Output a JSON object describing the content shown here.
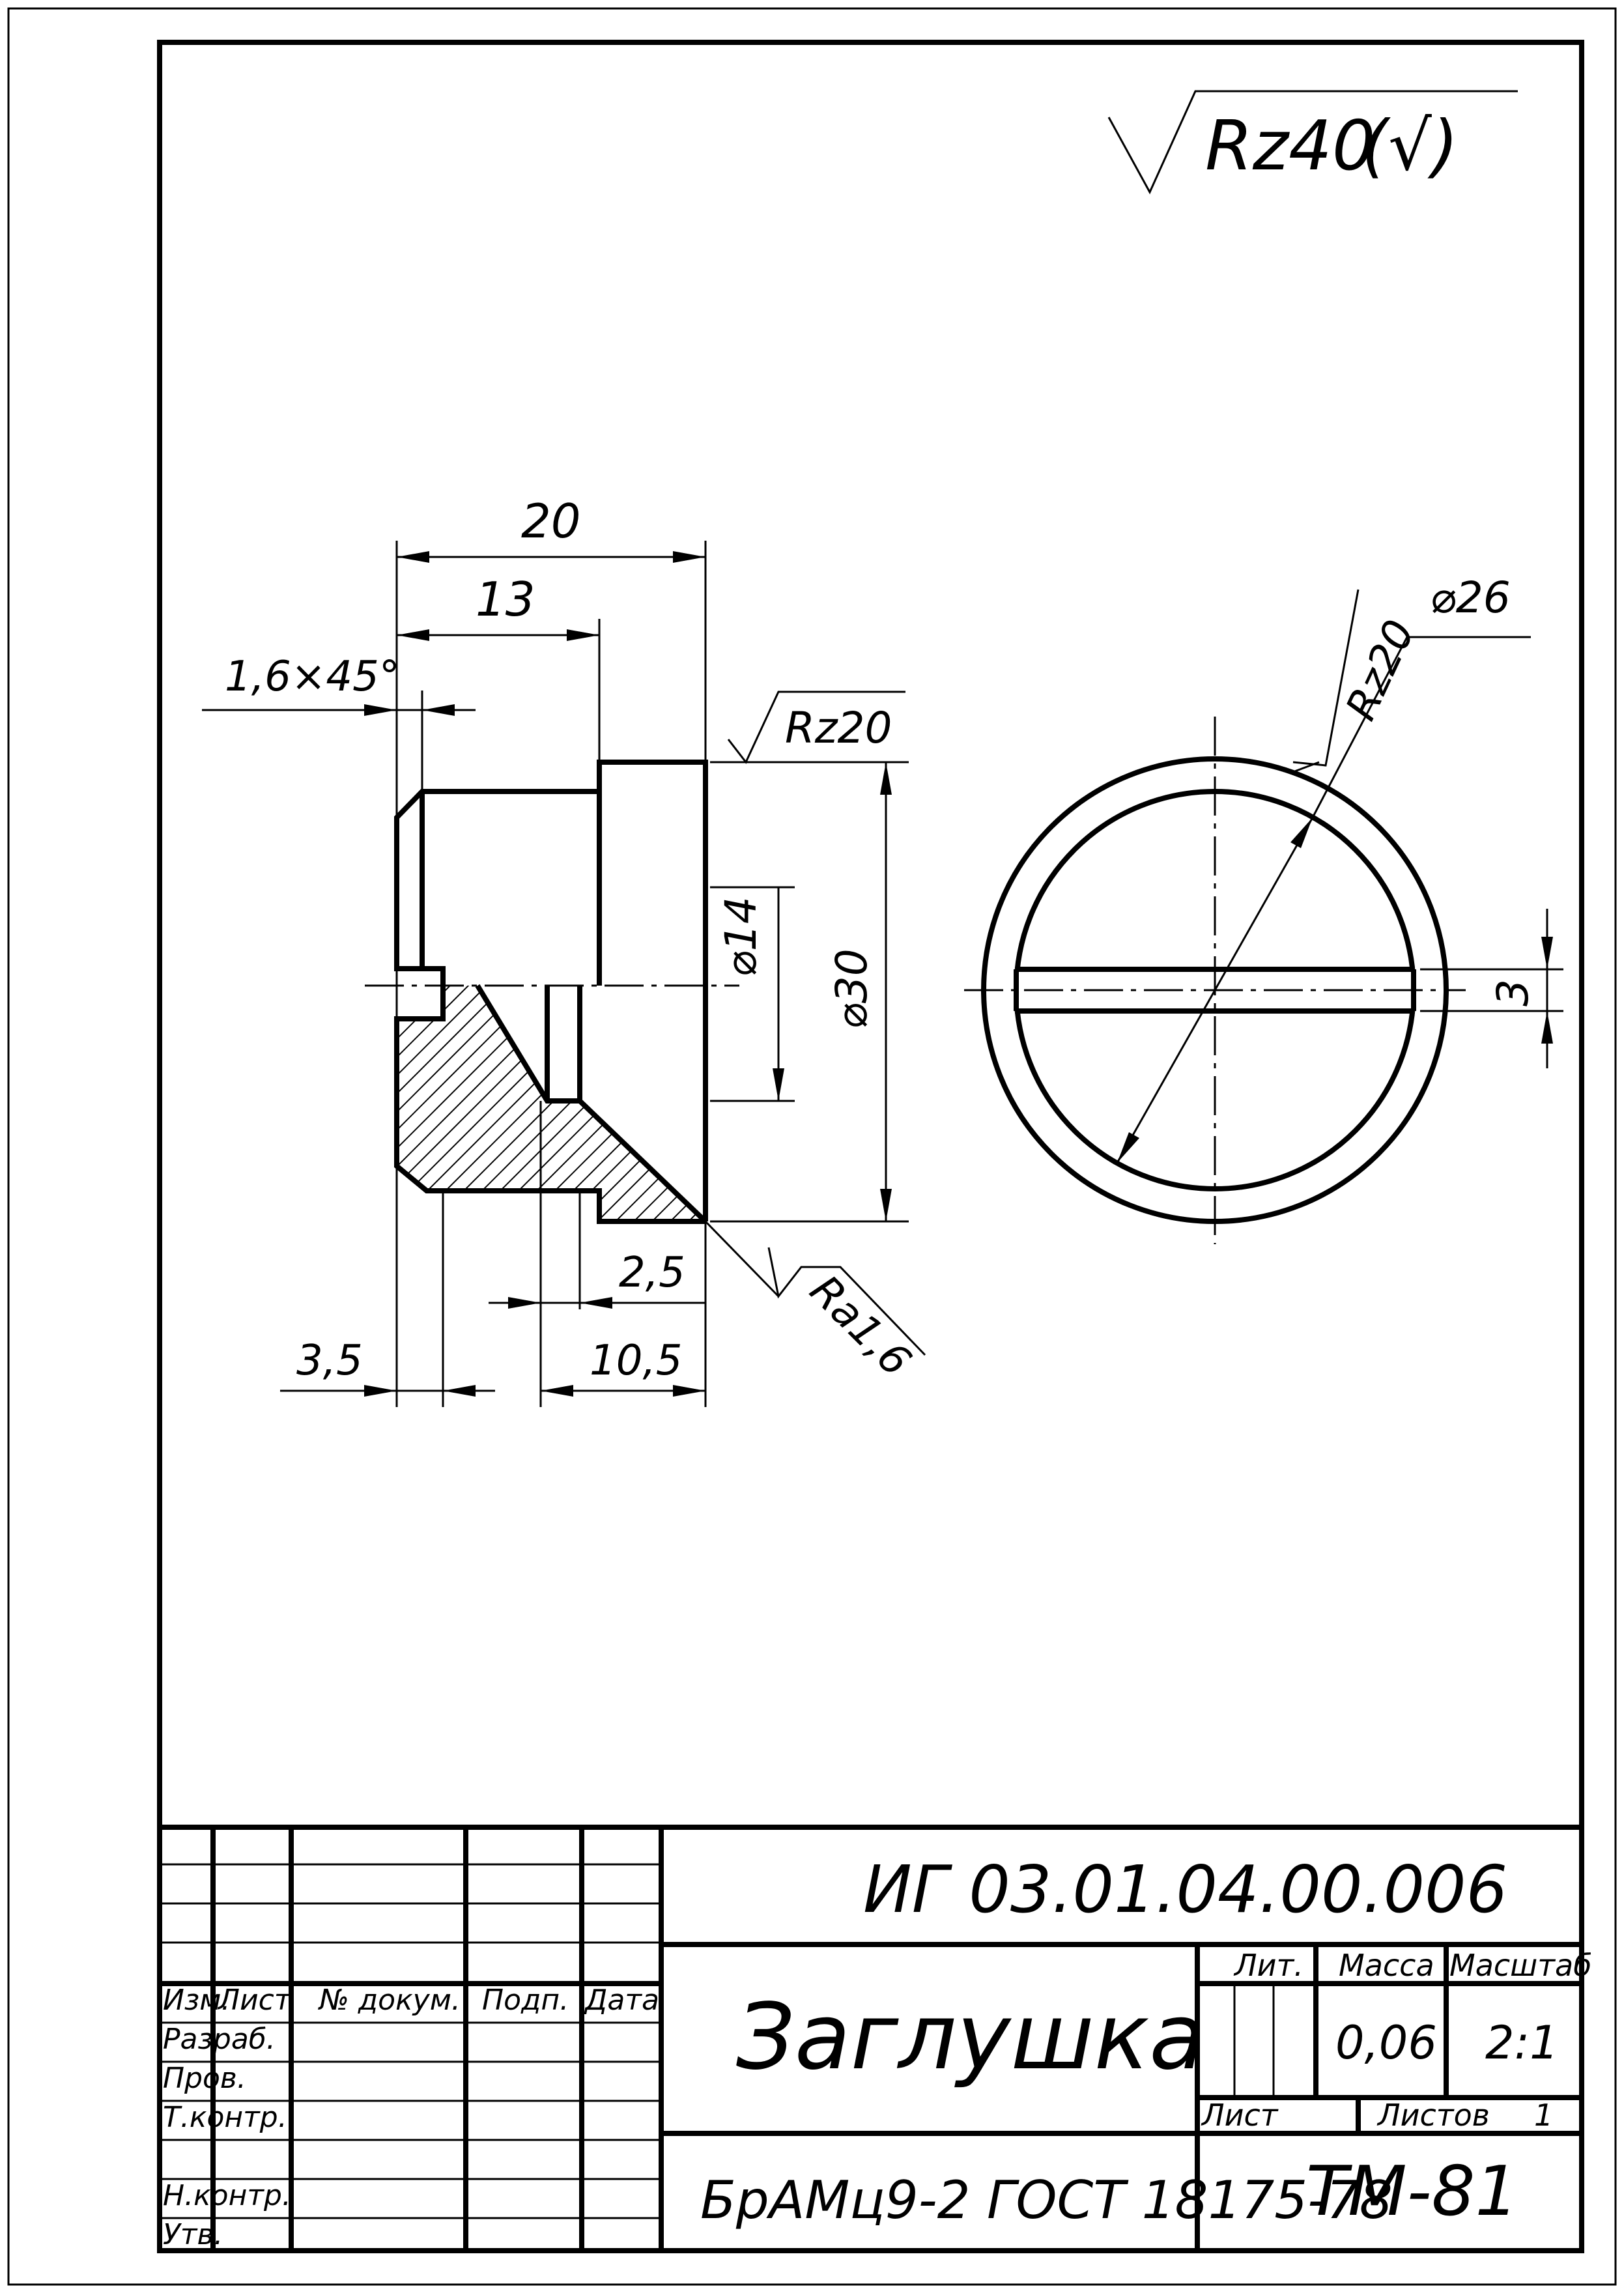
{
  "roughness": {
    "general": "Rz40",
    "general_suffix": "(√)",
    "face": "Rz20",
    "slot": "Rz20",
    "edge": "Ra1,6"
  },
  "dimensions": {
    "overall_length": "20",
    "head_offset": "13",
    "chamfer": "1,6×45°",
    "bore_diameter": "⌀14",
    "outer_diameter": "⌀30",
    "circle_diameter": "⌀26",
    "slot_width": "3",
    "groove": "2,5",
    "shoulder": "3,5",
    "depth": "10,5"
  },
  "title_block": {
    "doc_number": "ИГ 03.01.04.00.006",
    "part_name": "Заглушка",
    "material": "БрАМц9-2 ГОСТ 18175-78",
    "group": "ТМ-81",
    "header_litera": "Лит.",
    "header_mass": "Масса",
    "header_scale": "Масштаб",
    "mass": "0,06",
    "scale": "2:1",
    "sheet_label": "Лист",
    "sheets_label": "Листов",
    "sheets_count": "1",
    "col_izm": "Изм.",
    "col_list": "Лист",
    "col_docnum": "№ докум.",
    "col_sign": "Подп.",
    "col_date": "Дата",
    "row_developed": "Разраб.",
    "row_checked": "Пров.",
    "row_tcontrol": "Т.контр.",
    "row_ncontrol": "Н.контр.",
    "row_approved": "Утв."
  }
}
